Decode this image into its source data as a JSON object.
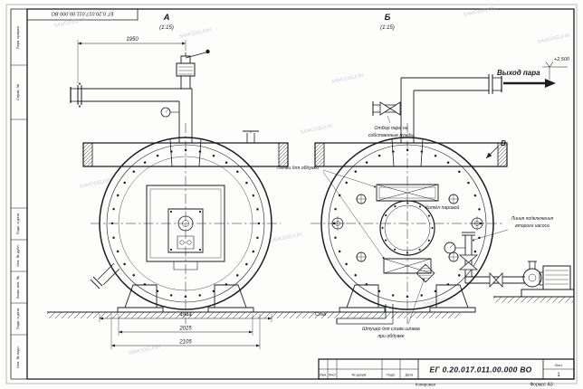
{
  "sheet": {
    "doc_number": "ЕГ 0.20.017.011.00.000 ВО",
    "format": "Формат А3",
    "copied": "Копировал",
    "sheet_label": "Лист",
    "sheet_number": "1"
  },
  "title_block": {
    "col_izm": "Изм.",
    "col_sheet": "Лист",
    "col_doc": "№ докум.",
    "col_sign": "Подп.",
    "col_date": "Дата"
  },
  "frame_stamps": {
    "perv_primen": "Перв. примен.",
    "sprav_no": "Справ. №",
    "podp_data_1": "Подп. и дата",
    "inv_dubl": "Инв. № дубл.",
    "vzam_inv": "Взам. инв. №",
    "podp_data_2": "Подп. и дата",
    "inv_podl": "Инв. № подл."
  },
  "views": {
    "a_label": "А",
    "a_scale": "(1:15)",
    "b_label": "Б",
    "b_scale": "(1:15)",
    "v_label": "В"
  },
  "labels": {
    "steam_out": "Выход пара",
    "elevation": "+2,500",
    "extraction_line1": "Отбор пара на",
    "extraction_line2": "собственные нужды",
    "hatches": "Лючки для обдувки",
    "boiler": "Котёл паровой",
    "pump_line1": "Линия подключения",
    "pump_line2": "второго насоса",
    "sludge_line1": "Штуцер для слива шлама",
    "sludge_line2": "при обдувке",
    "drain": "Слив"
  },
  "dimensions": {
    "pipe_height": "1950",
    "overall": "4944",
    "supports": "2025",
    "base": "2105"
  },
  "watermark": "SAMODELKIN"
}
